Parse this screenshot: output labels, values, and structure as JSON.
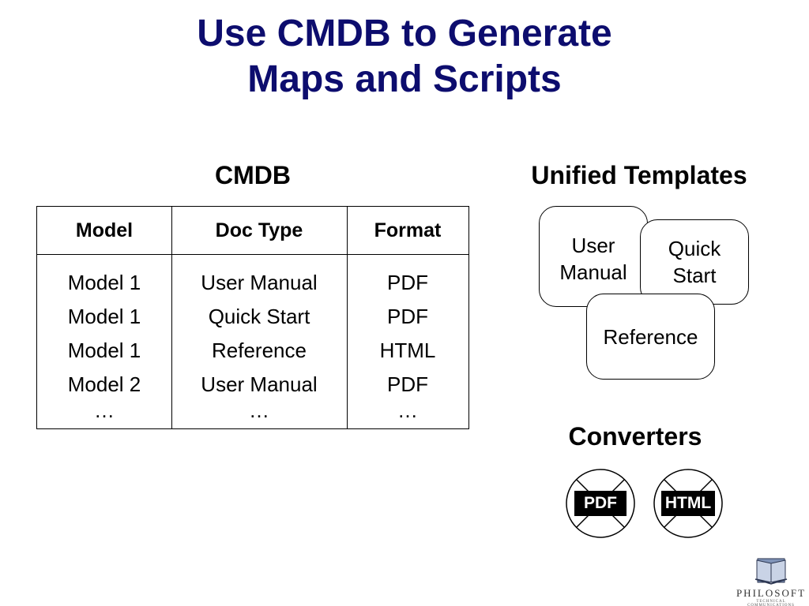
{
  "title": {
    "line1": "Use CMDB to Generate",
    "line2": "Maps and Scripts"
  },
  "cmdb": {
    "heading": "CMDB",
    "columns": [
      "Model",
      "Doc Type",
      "Format"
    ],
    "rows": [
      [
        "Model 1",
        "User Manual",
        "PDF"
      ],
      [
        "Model 1",
        "Quick Start",
        "PDF"
      ],
      [
        "Model 1",
        "Reference",
        "HTML"
      ],
      [
        "Model 2",
        "User Manual",
        "PDF"
      ],
      [
        "…",
        "…",
        "…"
      ]
    ]
  },
  "templates": {
    "heading": "Unified Templates",
    "user_manual": [
      "User",
      "Manual"
    ],
    "quick_start": [
      "Quick",
      "Start"
    ],
    "reference": "Reference"
  },
  "converters": {
    "heading": "Converters",
    "items": [
      "PDF",
      "HTML"
    ]
  },
  "logo": {
    "name": "PHILOSOFT",
    "tagline": "TECHNICAL COMMUNICATIONS"
  }
}
